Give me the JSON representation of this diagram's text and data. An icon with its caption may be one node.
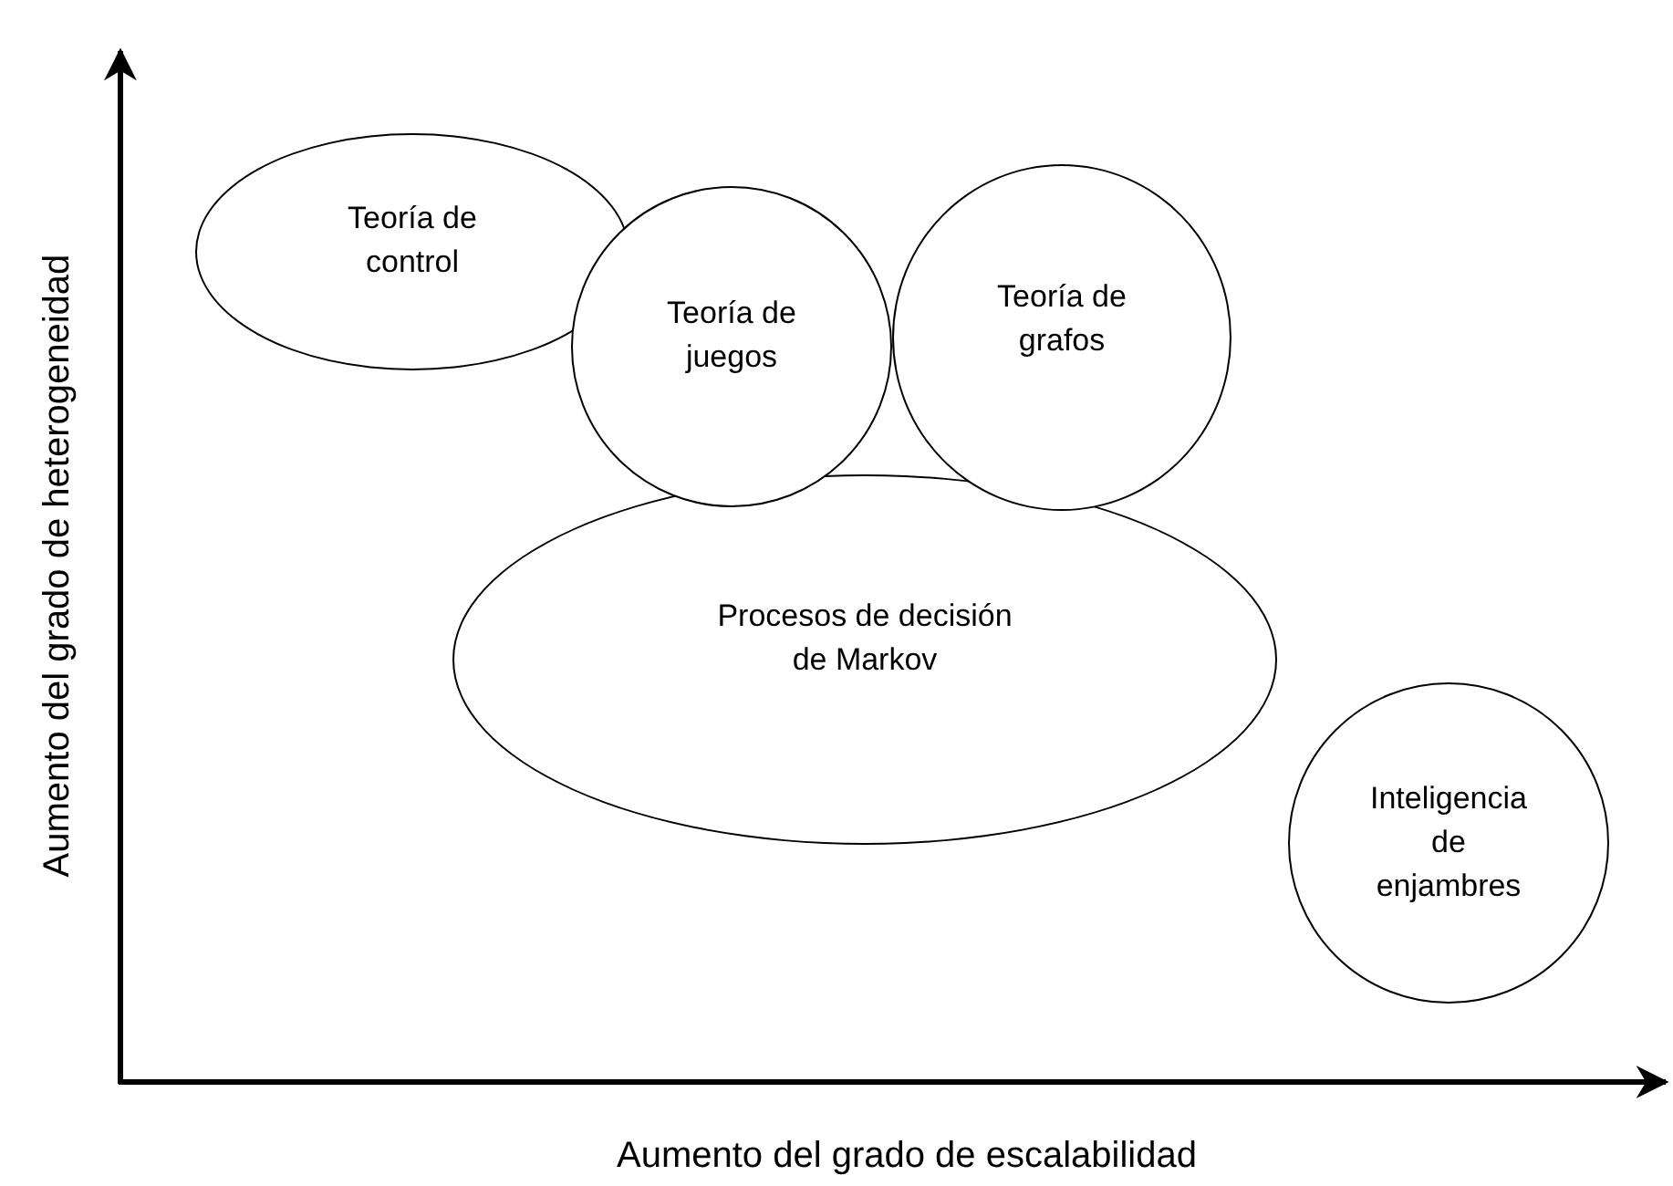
{
  "diagram": {
    "nodes": [
      {
        "text": [
          "Teoría de control"
        ]
      },
      {
        "text": [
          "Teoría de juegos"
        ]
      },
      {
        "text": [
          "Teoría de grafos"
        ]
      },
      {
        "text": [
          "Procesos de decisión de Markov"
        ]
      },
      {
        "text": [
          "Inteligencia de enjambres"
        ]
      }
    ],
    "edges": [],
    "labels": [
      "Aumento del grado de heterogeneidad",
      "Aumento del grado de escalabilidad"
    ]
  }
}
